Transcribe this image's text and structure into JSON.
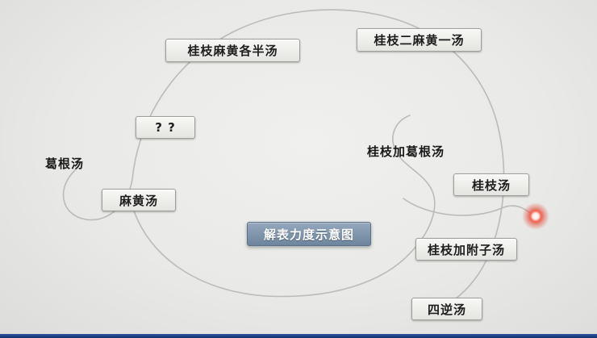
{
  "diagram": {
    "title": "解表力度示意图",
    "nodes": [
      {
        "label": "桂枝麻黄各半汤"
      },
      {
        "label": "桂枝二麻黄一汤"
      },
      {
        "label": "? ?"
      },
      {
        "label": "葛根汤"
      },
      {
        "label": "桂枝加葛根汤"
      },
      {
        "label": "桂枝汤"
      },
      {
        "label": "麻黄汤"
      },
      {
        "label": "桂枝加附子汤"
      },
      {
        "label": "四逆汤"
      }
    ],
    "colors": {
      "background": "#e9e9e7",
      "box_background": "#f0f0ec",
      "box_border": "#9f9f9a",
      "title_background": "#7c91a8",
      "title_text": "#ffffff",
      "curve": "#b9bcb9",
      "pointer_red": "#e23b2e",
      "bottom_bar": "#1c3e74"
    }
  }
}
